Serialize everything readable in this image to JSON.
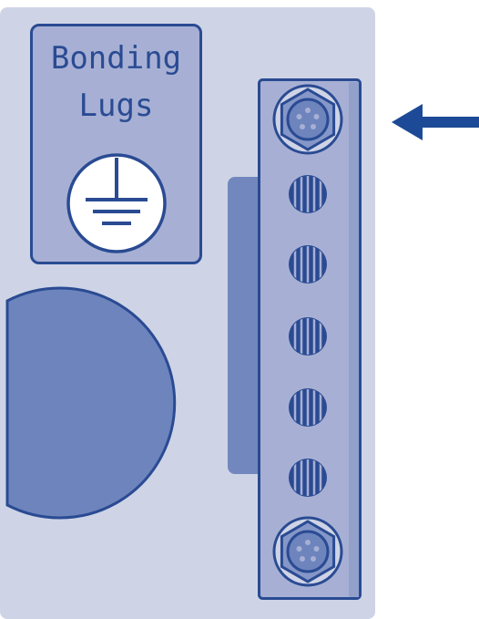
{
  "label": {
    "line1": "Bonding",
    "line2": "Lugs"
  },
  "colors": {
    "panel": "#ced4e6",
    "card": "#a7b0d4",
    "primary": "#2a4b93",
    "circle_fill": "#6e84bd",
    "rail": "#7287bd",
    "bar_fill": "#a7b0d4",
    "arrow": "#1d4a96"
  },
  "icons": {
    "ground": "ground-symbol-icon",
    "arrow": "arrow-left-icon",
    "hex_nut": "hex-nut-icon",
    "screw": "screw-terminal-icon"
  },
  "bus_bar": {
    "hex_terminals": 2,
    "screw_terminals": 5
  }
}
